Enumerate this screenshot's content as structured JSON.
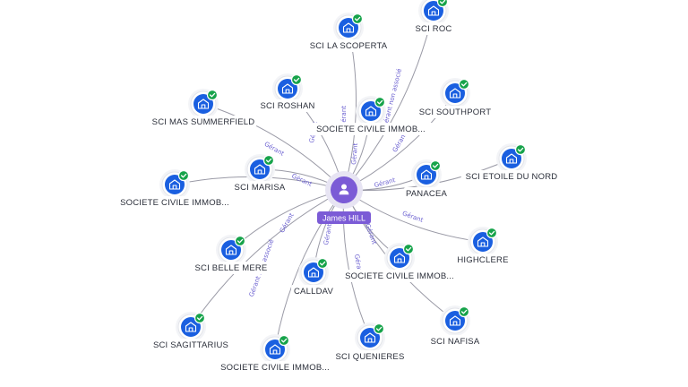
{
  "center": {
    "label": "James HILL",
    "icon": "person-icon",
    "color": "#7b5bd6"
  },
  "colors": {
    "company": "#1a5fe0",
    "verified": "#16a34a",
    "edge_label": "#6a5fd0"
  },
  "companies": [
    {
      "id": "sci-la-scoperta",
      "label": "SCI LA SCOPERTA",
      "edge_label": "Gérant"
    },
    {
      "id": "sci-roc",
      "label": "SCI ROC",
      "edge_label": "Gérant non associé"
    },
    {
      "id": "sci-roshan",
      "label": "SCI ROSHAN",
      "edge_label": "Gérant"
    },
    {
      "id": "societe-civile-top",
      "label": "SOCIETE CIVILE IMMOB...",
      "edge_label": "Gérant"
    },
    {
      "id": "sci-southport",
      "label": "SCI SOUTHPORT",
      "edge_label": "Gérant"
    },
    {
      "id": "sci-mas-summerfield",
      "label": "SCI MAS SUMMERFIELD",
      "edge_label": "Gérant"
    },
    {
      "id": "sci-marisa",
      "label": "SCI MARISA",
      "edge_label": "Gérant"
    },
    {
      "id": "sci-etoile-du-nord",
      "label": "SCI ETOILE DU NORD",
      "edge_label": ""
    },
    {
      "id": "panacea",
      "label": "PANACEA",
      "edge_label": "Gérant"
    },
    {
      "id": "societe-civile-left",
      "label": "SOCIETE CIVILE IMMOB...",
      "edge_label": ""
    },
    {
      "id": "highclere",
      "label": "HIGHCLERE",
      "edge_label": "Gérant"
    },
    {
      "id": "sci-belle-mere",
      "label": "SCI BELLE MERE",
      "edge_label": "Gérant"
    },
    {
      "id": "calldav",
      "label": "CALLDAV",
      "edge_label": "Gérant"
    },
    {
      "id": "societe-civile-mid",
      "label": "SOCIETE CIVILE IMMOB...",
      "edge_label": "Gérant"
    },
    {
      "id": "sci-sagittarius",
      "label": "SCI SAGITTARIUS",
      "edge_label": "Gérant non associé"
    },
    {
      "id": "sci-nafisa",
      "label": "SCI NAFISA",
      "edge_label": ""
    },
    {
      "id": "sci-quenieres",
      "label": "SCI QUENIERES",
      "edge_label": "Gérant"
    },
    {
      "id": "societe-civile-bottom",
      "label": "SOCIETE CIVILE IMMOB...",
      "edge_label": ""
    }
  ]
}
